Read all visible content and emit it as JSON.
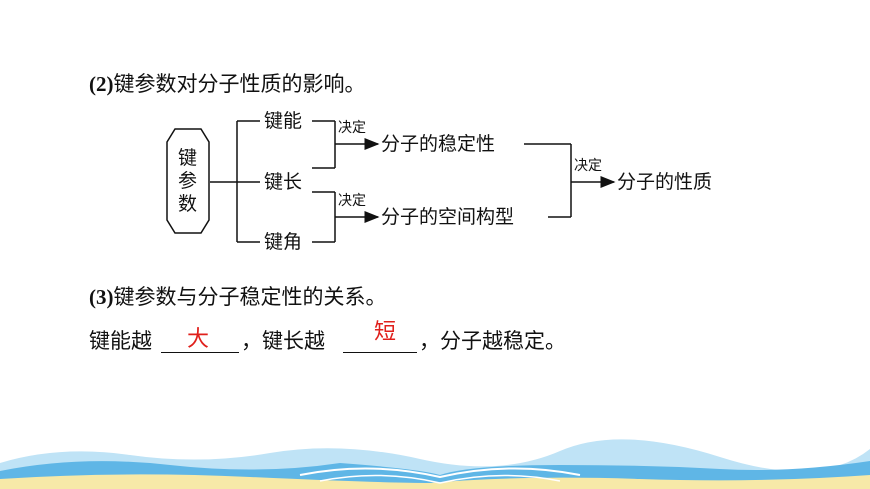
{
  "heading2": {
    "num": "(2)",
    "text": "键参数对分子性质的影响。"
  },
  "diagram": {
    "root": [
      "键",
      "参",
      "数"
    ],
    "params": {
      "energy": "键能",
      "length": "键长",
      "angle": "键角"
    },
    "decides_top": "决定",
    "decides_bottom": "决定",
    "decides_right": "决定",
    "stability": "分子的稳定性",
    "spatial": "分子的空间构型",
    "properties": "分子的性质"
  },
  "heading3": {
    "num": "(3)",
    "text": "键参数与分子稳定性的关系。"
  },
  "sentence": {
    "part1": "键能越",
    "answer1": "大",
    "part2": "，键长越",
    "answer2": "短",
    "part3": "，分子越稳定。"
  },
  "colors": {
    "answer": "#e0201c",
    "wave_dark": "#5fb6e6",
    "wave_light": "#bfe3f6",
    "sand": "#f7e9a8"
  }
}
